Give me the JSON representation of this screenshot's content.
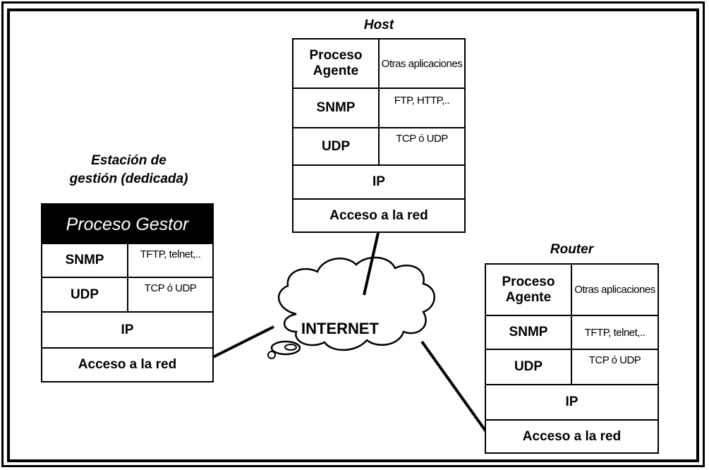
{
  "host": {
    "title": "Host",
    "agent": "Proceso Agente",
    "other_apps": "Otras aplicaciones",
    "snmp": "SNMP",
    "snmp_alt": "FTP, HTTP,..",
    "udp": "UDP",
    "udp_alt": "TCP ó UDP",
    "ip": "IP",
    "access": "Acceso a la red"
  },
  "station": {
    "title_line1": "Estación de",
    "title_line2": "gestión (dedicada)",
    "manager": "Proceso Gestor",
    "snmp": "SNMP",
    "snmp_alt": "TFTP, telnet,..",
    "udp": "UDP",
    "udp_alt": "TCP ó UDP",
    "ip": "IP",
    "access": "Acceso a la red"
  },
  "router": {
    "title": "Router",
    "agent": "Proceso Agente",
    "other_apps": "Otras aplicaciones",
    "snmp": "SNMP",
    "snmp_alt": "TFTP, telnet,..",
    "udp": "UDP",
    "udp_alt": "TCP ó UDP",
    "ip": "IP",
    "access": "Acceso a la red"
  },
  "cloud": {
    "label": "INTERNET"
  }
}
